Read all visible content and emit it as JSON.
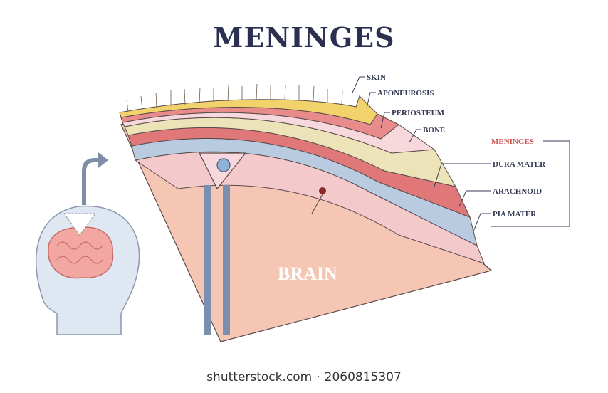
{
  "title": "MENINGES",
  "labels": {
    "skin": "SKIN",
    "aponeurosis": "APONEUROSIS",
    "periosteum": "PERIOSTEUM",
    "bone": "BONE",
    "meninges": "MENINGES",
    "dura_mater": "DURA MATER",
    "arachnoid": "ARACHNOID",
    "pia_mater": "PIA MATER",
    "brain": "BRAIN"
  },
  "footer": {
    "site": "shutterstock.com",
    "separator": "·",
    "id": "2060815307"
  },
  "colors": {
    "title": "#2b3050",
    "skin": "#f2d26a",
    "scalp": "#f0b79e",
    "aponeurosis": "#e88b8b",
    "periosteum": "#f7d8dc",
    "bone": "#ece4b8",
    "dura_mater": "#e0787a",
    "arachnoid": "#b8cbe0",
    "pia_mater": "#f4c9cc",
    "brain": "#f6c6b5",
    "accent": "#d0504c"
  }
}
